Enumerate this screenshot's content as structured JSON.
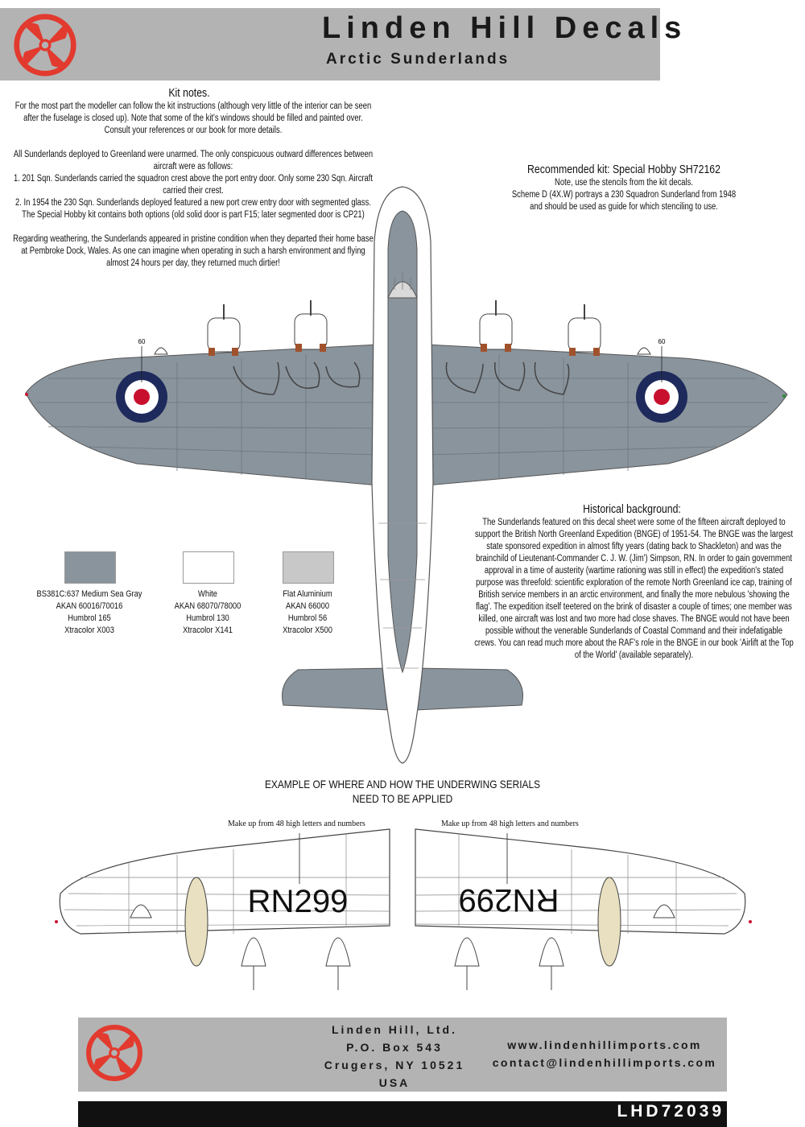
{
  "header": {
    "brand": "Linden Hill Decals",
    "subtitle": "Arctic Sunderlands"
  },
  "kit_notes": {
    "title": "Kit notes.",
    "p1": "For the most part the modeller can follow the kit instructions (although very little of the interior can be seen after the fuselage is closed up). Note that some of the kit's windows should be filled and painted over. Consult your references or our book for more details.",
    "p2a": "All Sunderlands deployed to Greenland were unarmed. The only conspicuous outward differences between aircraft were as follows:",
    "p2b": "1. 201 Sqn. Sunderlands carried the squadron crest above the port entry door. Only some 230 Sqn. Aircraft carried their crest.",
    "p2c": "2. In 1954 the 230 Sqn. Sunderlands deployed featured a new port crew entry door with segmented glass. The Special Hobby kit contains both options (old solid door is part F15; later segmented door is CP21)",
    "p3": "Regarding weathering, the Sunderlands appeared in pristine condition when they departed their home base at Pembroke Dock, Wales. As one can imagine when operating in such a harsh environment and flying almost 24 hours per day, they returned much dirtier!"
  },
  "recommended": {
    "title": "Recommended kit: Special Hobby SH72162",
    "line1": "Note, use the stencils from the kit decals.",
    "line2": "Scheme D (4X.W) portrays a 230 Squadron Sunderland from 1948",
    "line3": "and should be used as guide for which stenciling to use."
  },
  "history": {
    "title": "Historical background:",
    "body": "The Sunderlands featured on this decal sheet were some of the fifteen aircraft deployed to support the British North Greenland Expedition (BNGE) of 1951-54. The BNGE was the largest state sponsored expedition in almost fifty years (dating back to Shackleton) and was the brainchild of Lieutenant-Commander C. J. W. (Jim') Simpson, RN. In order to gain government approval in a time of austerity (wartime rationing was still in effect) the expedition's stated purpose was threefold: scientific exploration of the remote North Greenland ice cap, training of British service members in an arctic environment, and finally the more nebulous 'showing the flag'. The expedition itself teetered on the brink of disaster a couple of times; one member was killed, one aircraft was lost and two more had close shaves. The BNGE would not have been possible without the venerable Sunderlands of Coastal Command and their indefatigable crews. You can read much more about the RAF's role in the BNGE in our book 'Airlift at the Top of the World' (available separately)."
  },
  "paints": [
    {
      "name": "BS381C:637 Medium Sea Gray",
      "akan": "AKAN 60016/70016",
      "humbrol": "Humbrol 165",
      "xtracolor": "Xtracolor X003",
      "color": "#8a949d"
    },
    {
      "name": "White",
      "akan": "AKAN 68070/78000",
      "humbrol": "Humbrol 130",
      "xtracolor": "Xtracolor X141",
      "color": "#ffffff"
    },
    {
      "name": "Flat Aluminium",
      "akan": "AKAN 66000",
      "humbrol": "Humbrol 56",
      "xtracolor": "Xtracolor X500",
      "color": "#c8c8c8"
    }
  ],
  "top_view": {
    "marker_left": "60",
    "marker_right": "60"
  },
  "underwing": {
    "title_line1": "EXAMPLE OF WHERE AND HOW THE UNDERWING SERIALS",
    "title_line2": "NEED TO BE APPLIED",
    "note_left": "Make up from 48 high letters and numbers",
    "note_right": "Make up from 48 high letters and numbers",
    "serial": "RN299"
  },
  "footer": {
    "company": "Linden Hill, Ltd.",
    "street": "P.O. Box 543",
    "city": "Crugers, NY 10521",
    "country": "USA",
    "web": "www.lindenhillimports.com",
    "email": "contact@lindenhillimports.com",
    "product_code": "LHD72039"
  },
  "colors": {
    "header_gray": "#b3b3b3",
    "sea_gray": "#8a949d",
    "roundel_blue": "#1e2a5c",
    "roundel_red": "#c8102e",
    "logo_red": "#e23a2e"
  }
}
